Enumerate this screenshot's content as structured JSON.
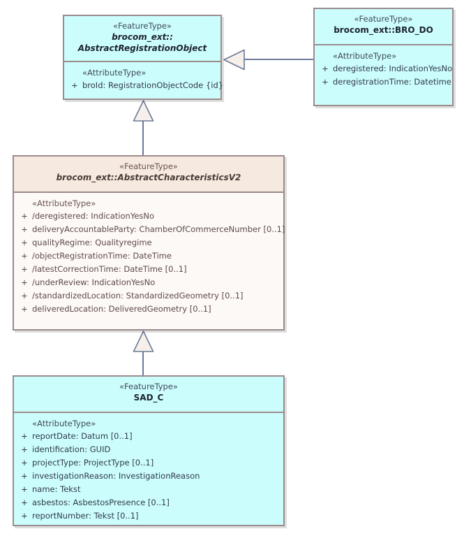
{
  "diagram": {
    "type": "uml-class-diagram",
    "title": "",
    "colors": {
      "cyan_fill": "#ccfdfd",
      "beige_fill": "#fdf9f6",
      "beige_header_fill": "#f6e9df",
      "border": "#9b8b8b",
      "connector": "#6b7a99",
      "arrow_fill": "#f7efe9",
      "cyan_text": "#2f3a4a",
      "beige_text": "#5d4a4a"
    }
  },
  "classes": {
    "abstract_registration_object": {
      "stereotype": "«FeatureType»",
      "name_line1": "brocom_ext::",
      "name_line2": "AbstractRegistrationObject",
      "attr_stereotype": "«AttributeType»",
      "attributes": [
        {
          "visibility": "+",
          "text": "broId: RegistrationObjectCode {id}"
        }
      ]
    },
    "bro_do": {
      "stereotype": "«FeatureType»",
      "name": "brocom_ext::BRO_DO",
      "attr_stereotype": "«AttributeType»",
      "attributes": [
        {
          "visibility": "+",
          "text": "deregistered: IndicationYesNo"
        },
        {
          "visibility": "+",
          "text": "deregistrationTime: Datetime"
        }
      ]
    },
    "abstract_characteristics_v2": {
      "stereotype": "«FeatureType»",
      "name": "brocom_ext::AbstractCharacteristicsV2",
      "attr_stereotype": "«AttributeType»",
      "attributes": [
        {
          "visibility": "+",
          "text": "/deregistered: IndicationYesNo"
        },
        {
          "visibility": "+",
          "text": "deliveryAccountableParty: ChamberOfCommerceNumber [0..1]"
        },
        {
          "visibility": "+",
          "text": "qualityRegime: Qualityregime"
        },
        {
          "visibility": "+",
          "text": "/objectRegistrationTime: DateTime"
        },
        {
          "visibility": "+",
          "text": "/latestCorrectionTime: DateTime [0..1]"
        },
        {
          "visibility": "+",
          "text": "/underReview: IndicationYesNo"
        },
        {
          "visibility": "+",
          "text": "/standardizedLocation: StandardizedGeometry [0..1]"
        },
        {
          "visibility": "+",
          "text": "deliveredLocation: DeliveredGeometry [0..1]"
        }
      ]
    },
    "sad_c": {
      "stereotype": "«FeatureType»",
      "name": "SAD_C",
      "attr_stereotype": "«AttributeType»",
      "attributes": [
        {
          "visibility": "+",
          "text": "reportDate: Datum [0..1]"
        },
        {
          "visibility": "+",
          "text": "identification: GUID"
        },
        {
          "visibility": "+",
          "text": "projectType: ProjectType [0..1]"
        },
        {
          "visibility": "+",
          "text": "investigationReason: InvestigationReason"
        },
        {
          "visibility": "+",
          "text": "name: Tekst"
        },
        {
          "visibility": "+",
          "text": "asbestos: AsbestosPresence [0..1]"
        },
        {
          "visibility": "+",
          "text": "reportNumber: Tekst [0..1]"
        }
      ]
    }
  },
  "relationships": [
    {
      "kind": "generalization",
      "source": "brocom_ext::BRO_DO",
      "target": "brocom_ext::AbstractRegistrationObject",
      "direction": "left"
    },
    {
      "kind": "generalization",
      "source": "brocom_ext::AbstractCharacteristicsV2",
      "target": "brocom_ext::AbstractRegistrationObject",
      "direction": "up"
    },
    {
      "kind": "generalization",
      "source": "SAD_C",
      "target": "brocom_ext::AbstractCharacteristicsV2",
      "direction": "up"
    }
  ]
}
